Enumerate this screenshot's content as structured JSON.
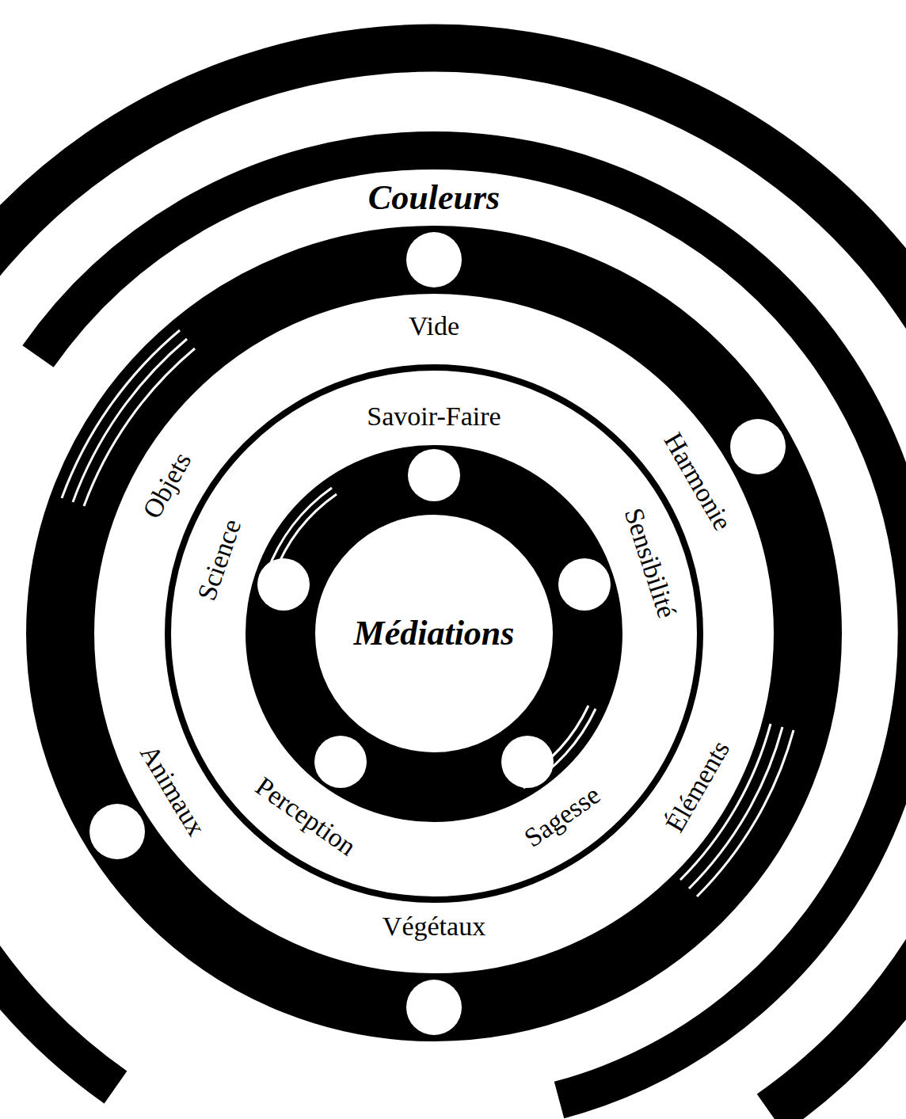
{
  "diagram": {
    "nodes": [
      {
        "text": [
          "Couleurs"
        ]
      },
      {
        "text": [
          "Vide",
          "Harmonie",
          "Éléments",
          "Végétaux",
          "Animaux",
          "Objets"
        ],
        "in": 0
      },
      {
        "text": [
          "Savoir-Faire",
          "Sensibilité",
          "Sagesse",
          "Perception",
          "Science"
        ],
        "in": 1
      },
      {
        "text": [
          "Médiations"
        ],
        "in": 2
      }
    ]
  }
}
